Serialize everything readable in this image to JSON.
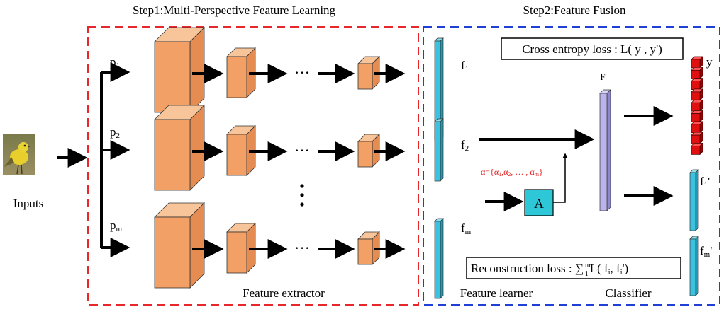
{
  "step1_title": "Step1:Multi-Perspective Feature Learning",
  "step2_title": "Step2:Feature Fusion",
  "inputs_label": "Inputs",
  "perspectives": [
    {
      "base": "p",
      "sub": "1"
    },
    {
      "base": "p",
      "sub": "2"
    },
    {
      "base": "p",
      "sub": "m"
    }
  ],
  "ellipsis_h": "···",
  "feature_extractor_label": "Feature extractor",
  "feature_learner_label": "Feature learner",
  "classifier_label": "Classifier",
  "features": [
    {
      "base": "f",
      "sub": "1"
    },
    {
      "base": "f",
      "sub": "2"
    },
    {
      "base": "f",
      "sub": "m"
    }
  ],
  "fused_label": "F",
  "output_label": "y",
  "attention_box_label": "A",
  "alpha": {
    "prefix": "α={α",
    "sub1": "1",
    "mid1": ",α",
    "sub2": "2",
    "mid2": ", … , α",
    "subm": "m",
    "suffix": "}"
  },
  "recon_outputs": [
    {
      "base": "f",
      "sub": "1",
      "prime": "'"
    },
    {
      "base": "f",
      "sub": "m",
      "prime": "'"
    }
  ],
  "cross_entropy": {
    "label": "Cross entropy loss",
    "formula": " : L( y , y')"
  },
  "reconstruction": {
    "label": "Reconstruction loss",
    "sum": " : ∑",
    "sup": "m",
    "sub": "1",
    "L": "L( f",
    "i": "i",
    "comma": ", f",
    "i2": "i",
    "end": "')"
  },
  "colors": {
    "red_dash": "#e8272a",
    "blue_dash": "#1f3fd6",
    "cube_face": "#f2a066",
    "cube_top": "#f8c49a",
    "feature_bar": "#3cc2df",
    "fused_bar": "#b9b4ea",
    "attention_box": "#2ec7d8",
    "output_red": "#e01010",
    "alpha_text": "#e02020"
  }
}
